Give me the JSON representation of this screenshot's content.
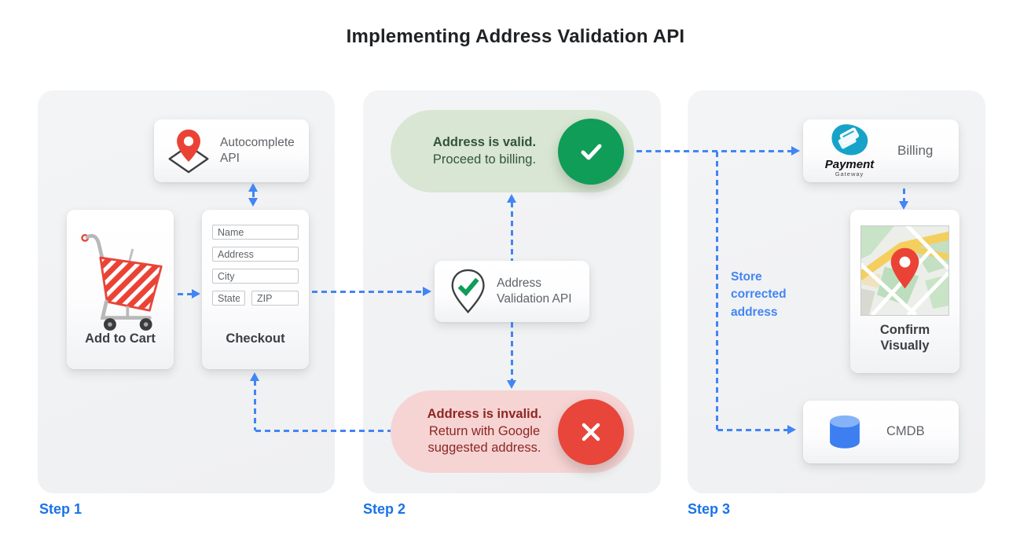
{
  "title": "Implementing Address Validation API",
  "colors": {
    "accent_blue": "#4285f4",
    "step_label_blue": "#1a73e8",
    "success_green": "#0f9d58",
    "valid_pill_bg": "#d8e6d3",
    "valid_text": "#33543a",
    "error_red": "#e8463b",
    "invalid_pill_bg": "#f6d4d3",
    "invalid_text": "#8c2722",
    "panel_bg": "#f0f1f3"
  },
  "step_labels": {
    "step1": "Step 1",
    "step2": "Step 2",
    "step3": "Step 3"
  },
  "step1": {
    "autocomplete": {
      "label": "Autocomplete API",
      "icon": "map-pin-diamond-icon"
    },
    "add_to_cart": {
      "label": "Add to Cart",
      "icon": "shopping-cart-icon"
    },
    "checkout": {
      "label": "Checkout",
      "fields": {
        "name": "Name",
        "address": "Address",
        "city": "City",
        "state": "State",
        "zip": "ZIP"
      }
    }
  },
  "step2": {
    "valid": {
      "title": "Address is valid.",
      "subtitle": "Proceed to billing.",
      "icon": "checkmark-icon"
    },
    "validation_api": {
      "label": "Address Validation API",
      "icon": "map-pin-check-icon"
    },
    "invalid": {
      "title": "Address is invalid.",
      "subtitle": "Return with Google suggested address.",
      "icon": "x-icon"
    }
  },
  "step3": {
    "billing": {
      "label": "Billing",
      "logo_title": "Payment",
      "logo_subtitle": "Gateway",
      "icon": "payment-gateway-logo"
    },
    "confirm": {
      "label": "Confirm Visually",
      "icon": "map-thumbnail"
    },
    "cmdb": {
      "label": "CMDB",
      "icon": "database-icon"
    },
    "store_note": "Store corrected address"
  }
}
